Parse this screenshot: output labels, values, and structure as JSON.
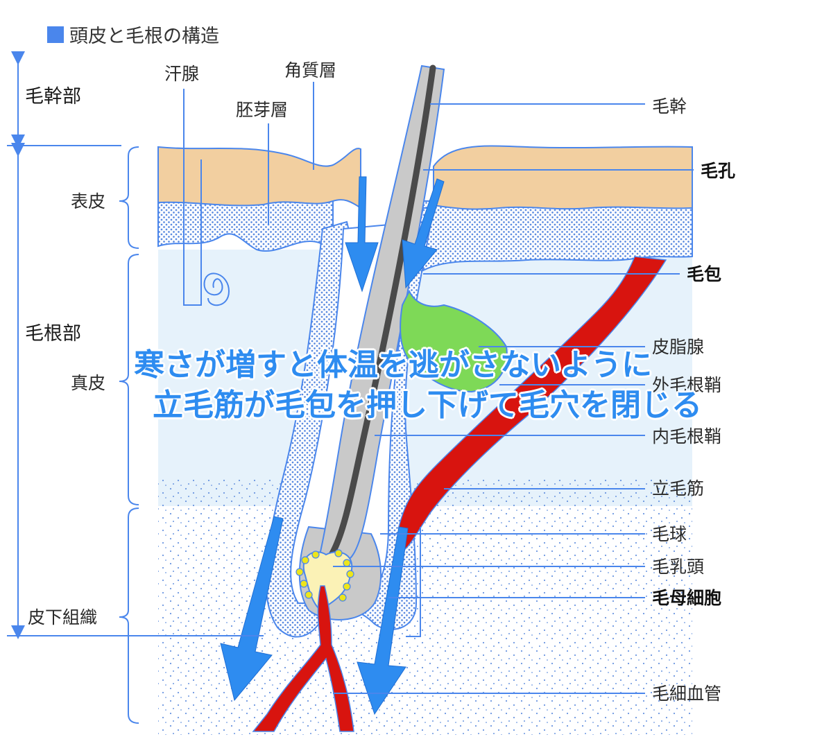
{
  "title": "頭皮と毛根の構造",
  "sections": {
    "shaft": "毛幹部",
    "root": "毛根部"
  },
  "layers": {
    "epidermis": "表皮",
    "dermis": "真皮",
    "subcutaneous": "皮下組織"
  },
  "top_labels": {
    "sweat_gland": "汗腺",
    "germinal_layer": "胚芽層",
    "stratum_corneum": "角質層"
  },
  "right_labels": {
    "hair_shaft": "毛幹",
    "pore": "毛孔",
    "follicle": "毛包",
    "sebaceous": "皮脂腺",
    "outer_root_sheath": "外毛根鞘",
    "inner_root_sheath": "内毛根鞘",
    "arrector_pili": "立毛筋",
    "hair_bulb": "毛球",
    "papilla": "毛乳頭",
    "matrix_cells": "毛母細胞",
    "capillaries": "毛細血管"
  },
  "caption": {
    "line1": "寒さが増すと体温を逃がさないように",
    "line2": "立毛筋が毛包を押し下げて毛穴を閉じる"
  },
  "colors": {
    "skin": "#f2cfa0",
    "dots": "#5b8be0",
    "line": "#4a86ec",
    "muscle": "#d8140f",
    "gland": "#7ed957",
    "papilla": "#fbf2b6",
    "arrow": "#2e8cf0",
    "dermis_bg": "#e6f2fb"
  }
}
